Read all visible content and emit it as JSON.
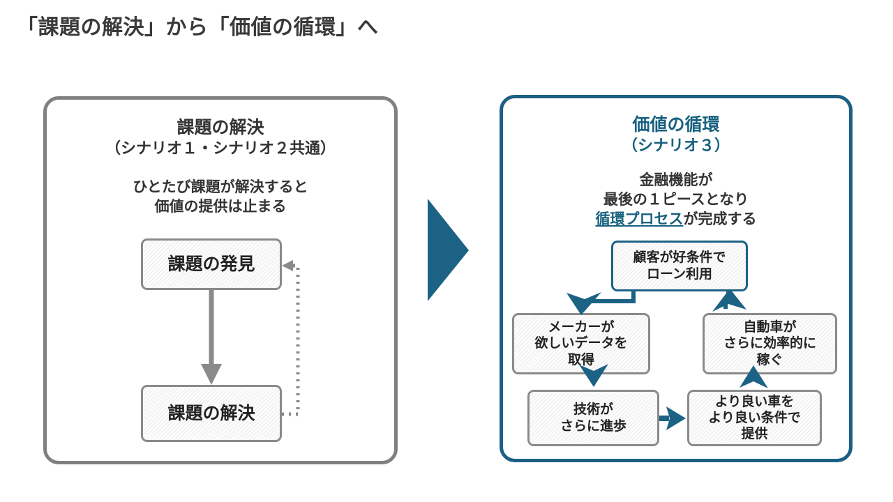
{
  "slide": {
    "title": "「課題の解決」から「価値の循環」へ",
    "background": "#ffffff",
    "accent_teal": "#1c6285",
    "accent_gray": "#808080"
  },
  "left_panel": {
    "border_color": "#808080",
    "heading_main": "課題の解決",
    "heading_sub": "（シナリオ１・シナリオ２共通）",
    "body_line1": "ひとたび課題が解決すると",
    "body_line2": "価値の提供は止まる",
    "boxes": [
      {
        "id": "discover",
        "label": "課題の発見"
      },
      {
        "id": "solve",
        "label": "課題の解決"
      }
    ],
    "connectors": [
      {
        "from": "discover",
        "to": "solve",
        "style": "solid",
        "color": "#8a8a8a"
      },
      {
        "from": "solve",
        "to": "discover",
        "style": "dotted",
        "color": "#8a8a8a"
      }
    ]
  },
  "middle": {
    "arrow_name": "big-right-arrow",
    "color": "#1c6285"
  },
  "right_panel": {
    "border_color": "#1c5f84",
    "heading_main": "価値の循環",
    "heading_sub": "（シナリオ３）",
    "body_line1": "金融機能が",
    "body_line2": "最後の１ピースとなり",
    "body_line3_link": "循環プロセス",
    "body_line3_rest": "が完成する",
    "boxes": [
      {
        "id": "loan",
        "label": "顧客が好条件で\nローン利用",
        "border": "teal"
      },
      {
        "id": "maker",
        "label": "メーカーが\n欲しいデータを\n取得",
        "border": "gray"
      },
      {
        "id": "car",
        "label": "自動車が\nさらに効率的に\n稼ぐ",
        "border": "gray"
      },
      {
        "id": "tech",
        "label": "技術が\nさらに進歩",
        "border": "gray"
      },
      {
        "id": "offer",
        "label": "より良い車を\nより良い条件で\n提供",
        "border": "gray"
      }
    ],
    "connectors": [
      {
        "from": "loan",
        "to": "maker",
        "direction": "down"
      },
      {
        "from": "maker",
        "to": "tech",
        "direction": "down"
      },
      {
        "from": "tech",
        "to": "offer",
        "direction": "right"
      },
      {
        "from": "offer",
        "to": "car",
        "direction": "up"
      },
      {
        "from": "car",
        "to": "loan",
        "direction": "up"
      }
    ]
  }
}
